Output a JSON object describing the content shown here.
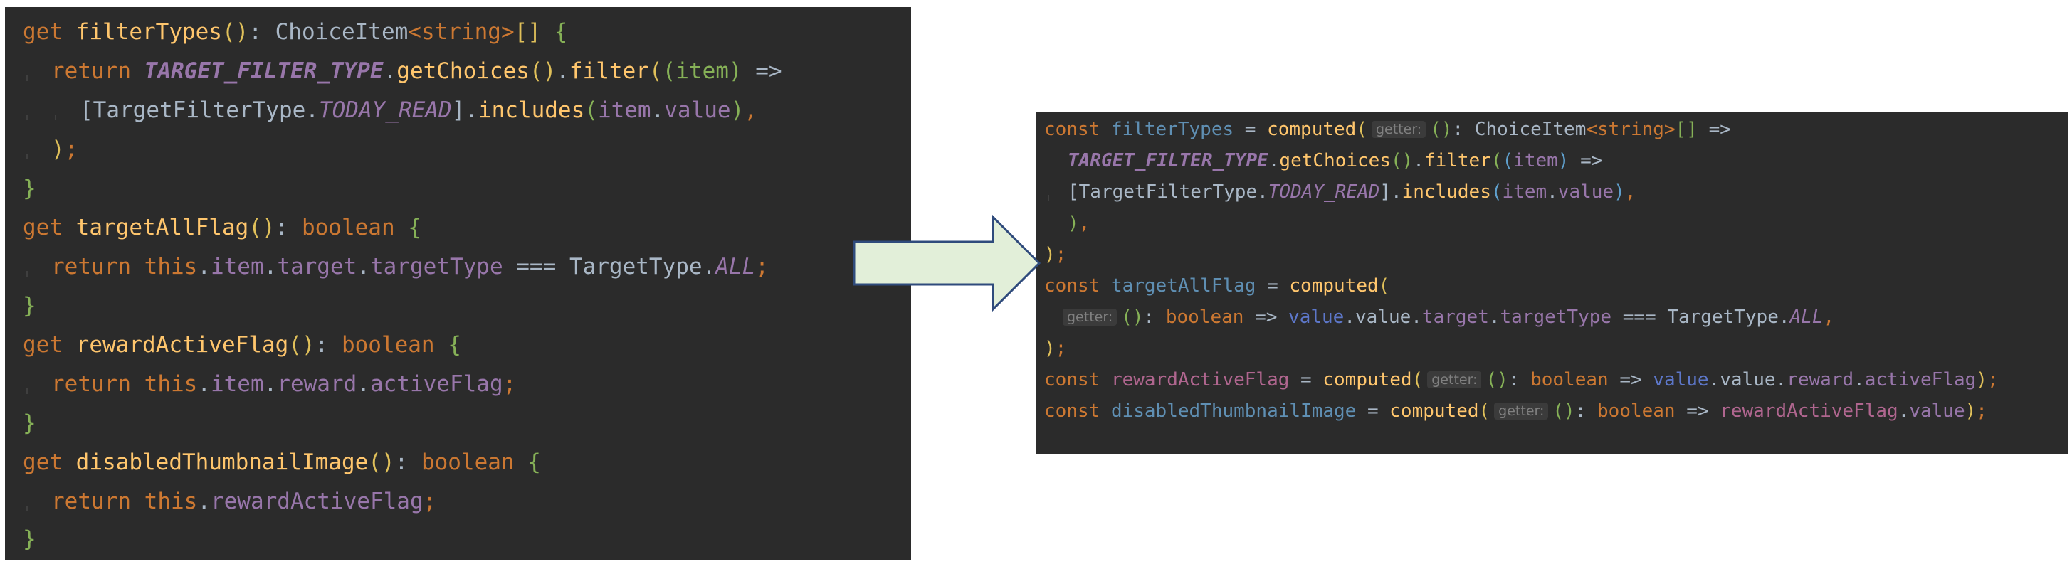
{
  "left_code": {
    "l1": {
      "kw": "get",
      "name": "filterTypes",
      "par": "()",
      "colon": ": ",
      "type": "ChoiceItem",
      "lt": "<",
      "gen": "string",
      "gt": ">",
      "arr": "[] ",
      "brace": "{"
    },
    "l2": {
      "kw": "return ",
      "const": "TARGET_FILTER_TYPE",
      "d1": ".",
      "m1": "getChoices",
      "p1": "()",
      "d2": ".",
      "m2": "filter",
      "op1": "(",
      "op2": "(",
      "arg": "item",
      "cp": ")",
      "arrow": " =>"
    },
    "l3": {
      "lb": "[",
      "cls": "TargetFilterType",
      "dot": ".",
      "const": "TODAY_READ",
      "rb": "]",
      "d2": ".",
      "m": "includes",
      "op": "(",
      "obj": "item",
      "d3": ".",
      "prop": "value",
      "cp": ")",
      "comma": ","
    },
    "l4": {
      "paren": ")",
      "semi": ";"
    },
    "l5": {
      "brace": "}"
    },
    "l6": {
      "kw": "get",
      "name": "targetAllFlag",
      "par": "()",
      "colon": ": ",
      "type": "boolean",
      "brace": "{"
    },
    "l7": {
      "kw": "return ",
      "this": "this",
      "d1": ".",
      "p1": "item",
      "d2": ".",
      "p2": "target",
      "d3": ".",
      "p3": "targetType",
      "eq": " === ",
      "cls": "TargetType",
      "d4": ".",
      "const": "ALL",
      "semi": ";"
    },
    "l8": {
      "brace": "}"
    },
    "l9": {
      "kw": "get",
      "name": "rewardActiveFlag",
      "par": "()",
      "colon": ": ",
      "type": "boolean",
      "brace": "{"
    },
    "l10": {
      "kw": "return ",
      "this": "this",
      "d1": ".",
      "p1": "item",
      "d2": ".",
      "p2": "reward",
      "d3": ".",
      "p3": "activeFlag",
      "semi": ";"
    },
    "l11": {
      "brace": "}"
    },
    "l12": {
      "kw": "get",
      "name": "disabledThumbnailImage",
      "par": "()",
      "colon": ": ",
      "type": "boolean",
      "brace": "{"
    },
    "l13": {
      "kw": "return ",
      "this": "this",
      "d1": ".",
      "p1": "rewardActiveFlag",
      "semi": ";"
    },
    "l14": {
      "brace": "}"
    }
  },
  "right_code": {
    "r1": {
      "kw": "const",
      "name": "filterTypes",
      "eq": " = ",
      "fn": "computed",
      "op": "(",
      "hint": "getter:",
      "par": "()",
      "colon": ": ",
      "type": "ChoiceItem",
      "lt": "<",
      "gen": "string",
      "gt": ">",
      "arr": "[]",
      "arrow": " =>"
    },
    "r2": {
      "const": "TARGET_FILTER_TYPE",
      "d1": ".",
      "m1": "getChoices",
      "p1": "()",
      "d2": ".",
      "m2": "filter",
      "op1": "(",
      "op2": "(",
      "arg": "item",
      "cp": ")",
      "arrow": " =>"
    },
    "r3": {
      "lb": "[",
      "cls": "TargetFilterType",
      "dot": ".",
      "const": "TODAY_READ",
      "rb": "]",
      "d2": ".",
      "m": "includes",
      "op": "(",
      "obj": "item",
      "d3": ".",
      "prop": "value",
      "cp": ")",
      "comma": ","
    },
    "r4": {
      "paren": ")",
      "comma": ","
    },
    "r5": {
      "paren": ")",
      "semi": ";"
    },
    "r6": {
      "kw": "const",
      "name": "targetAllFlag",
      "eq": " = ",
      "fn": "computed",
      "op": "("
    },
    "r7": {
      "hint": "getter:",
      "par": "()",
      "colon": ": ",
      "type": "boolean",
      "arrow": " => ",
      "v": "value",
      "d1": ".",
      "p1": "value",
      "d2": ".",
      "p2": "target",
      "d3": ".",
      "p3": "targetType",
      "eqq": " === ",
      "cls": "TargetType",
      "d4": ".",
      "const": "ALL",
      "comma": ","
    },
    "r8": {
      "paren": ")",
      "semi": ";"
    },
    "r9": {
      "kw": "const",
      "name": "rewardActiveFlag",
      "eq": " = ",
      "fn": "computed",
      "op": "(",
      "hint": "getter:",
      "par": "()",
      "colon": ": ",
      "type": "boolean",
      "arrow": " => ",
      "v": "value",
      "d1": ".",
      "p1": "value",
      "d2": ".",
      "p2": "reward",
      "d3": ".",
      "p3": "activeFlag",
      "cp": ")",
      "semi": ";"
    },
    "r10": {
      "kw": "const",
      "name": "disabledThumbnailImage",
      "eq": " = ",
      "fn": "computed",
      "op": "(",
      "hint": "getter:",
      "par": "()",
      "colon": ": ",
      "type": "boolean",
      "arrow": " => ",
      "v": "rewardActiveFlag",
      "d1": ".",
      "p1": "value",
      "cp": ")",
      "semi": ";"
    }
  },
  "colors": {
    "editor_background": "#2b2b2b",
    "keyword": "#cc7832",
    "function_name": "#ffc66d",
    "property": "#9876aa",
    "text": "#a9b7c6",
    "arrow_fill": "#e2efd9",
    "arrow_stroke": "#2f4b7c"
  }
}
